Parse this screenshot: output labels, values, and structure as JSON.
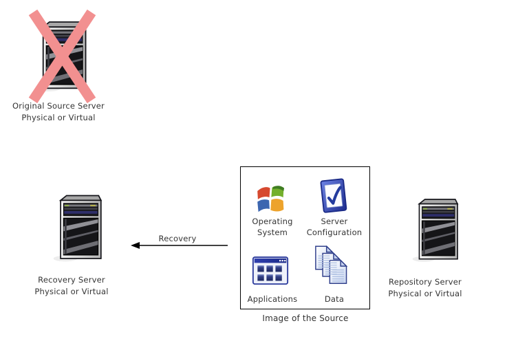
{
  "diagram_title": "",
  "colors": {
    "x_mark": "#f29090",
    "box_border": "#000000",
    "text": "#333333",
    "icon_navy": "#2b3a9c"
  },
  "icons": {
    "server": "tower-server-icon",
    "failed_server": "red-x-icon",
    "os": "windows-flag-icon",
    "config": "checked-document-icon",
    "apps": "application-window-icon",
    "data": "documents-stack-icon"
  },
  "nodes": {
    "original": {
      "line1": "Original Source Server",
      "line2": "Physical or Virtual"
    },
    "recovery": {
      "line1": "Recovery Server",
      "line2": "Physical or Virtual"
    },
    "repository": {
      "line1": "Repository Server",
      "line2": "Physical or Virtual"
    }
  },
  "image_box": {
    "caption": "Image of the Source",
    "operating_system": {
      "line1": "Operating",
      "line2": "System"
    },
    "server_configuration": {
      "line1": "Server",
      "line2": "Configuration"
    },
    "applications": {
      "label": "Applications"
    },
    "data": {
      "label": "Data"
    }
  },
  "flow": {
    "recovery_label": "Recovery"
  }
}
